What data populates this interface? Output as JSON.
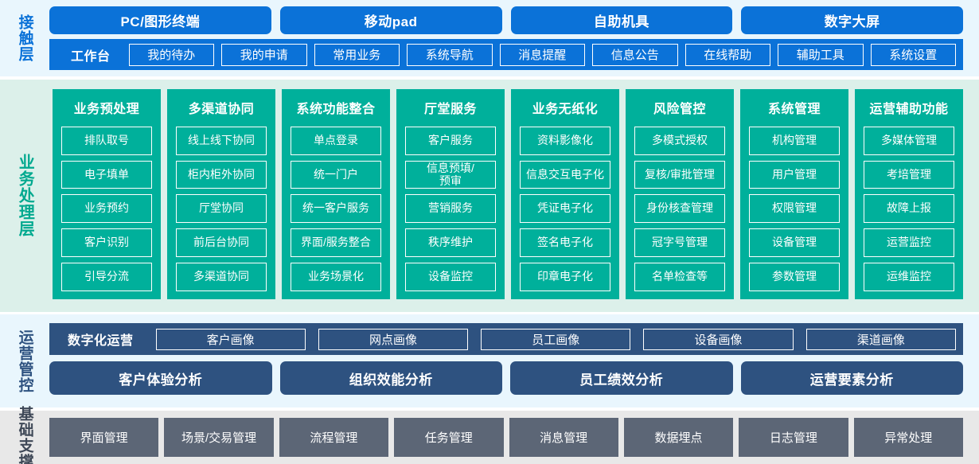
{
  "layers": {
    "contact": {
      "label": "接触层",
      "channels": [
        "PC/图形终端",
        "移动pad",
        "自助机具",
        "数字大屏"
      ],
      "workbench_title": "工作台",
      "workbench_items": [
        "我的待办",
        "我的申请",
        "常用业务",
        "系统导航",
        "消息提醒",
        "信息公告",
        "在线帮助",
        "辅助工具",
        "系统设置"
      ]
    },
    "business": {
      "label": "业务处理层",
      "columns": [
        {
          "title": "业务预处理",
          "items": [
            "排队取号",
            "电子填单",
            "业务预约",
            "客户识别",
            "引导分流"
          ]
        },
        {
          "title": "多渠道协同",
          "items": [
            "线上线下协同",
            "柜内柜外协同",
            "厅堂协同",
            "前后台协同",
            "多渠道协同"
          ]
        },
        {
          "title": "系统功能整合",
          "items": [
            "单点登录",
            "统一门户",
            "统一客户服务",
            "界面/服务整合",
            "业务场景化"
          ]
        },
        {
          "title": "厅堂服务",
          "items": [
            "客户服务",
            "信息预填/\n预审",
            "营销服务",
            "秩序维护",
            "设备监控"
          ]
        },
        {
          "title": "业务无纸化",
          "items": [
            "资料影像化",
            "信息交互电子化",
            "凭证电子化",
            "签名电子化",
            "印章电子化"
          ]
        },
        {
          "title": "风险管控",
          "items": [
            "多模式授权",
            "复核/审批管理",
            "身份核查管理",
            "冠字号管理",
            "名单检查等"
          ]
        },
        {
          "title": "系统管理",
          "items": [
            "机构管理",
            "用户管理",
            "权限管理",
            "设备管理",
            "参数管理"
          ]
        },
        {
          "title": "运营辅助功能",
          "items": [
            "多媒体管理",
            "考培管理",
            "故障上报",
            "运营监控",
            "运维监控"
          ]
        }
      ]
    },
    "ops": {
      "label": "运营管控",
      "portrait_title": "数字化运营",
      "portrait_items": [
        "客户画像",
        "网点画像",
        "员工画像",
        "设备画像",
        "渠道画像"
      ],
      "analysis_items": [
        "客户体验分析",
        "组织效能分析",
        "员工绩效分析",
        "运营要素分析"
      ]
    },
    "base": {
      "label": "基础支撑",
      "items": [
        "界面管理",
        "场景/交易管理",
        "流程管理",
        "任务管理",
        "消息管理",
        "数据埋点",
        "日志管理",
        "异常处理"
      ]
    }
  },
  "colors": {
    "contact_bg": "#e9f6fd",
    "contact_accent": "#0b72d8",
    "business_bg": "#dcf0ea",
    "business_accent": "#00b09b",
    "ops_bg": "#e9f6fd",
    "ops_accent": "#2e5280",
    "base_bg": "#e8e8e8",
    "base_accent": "#5c6676"
  }
}
